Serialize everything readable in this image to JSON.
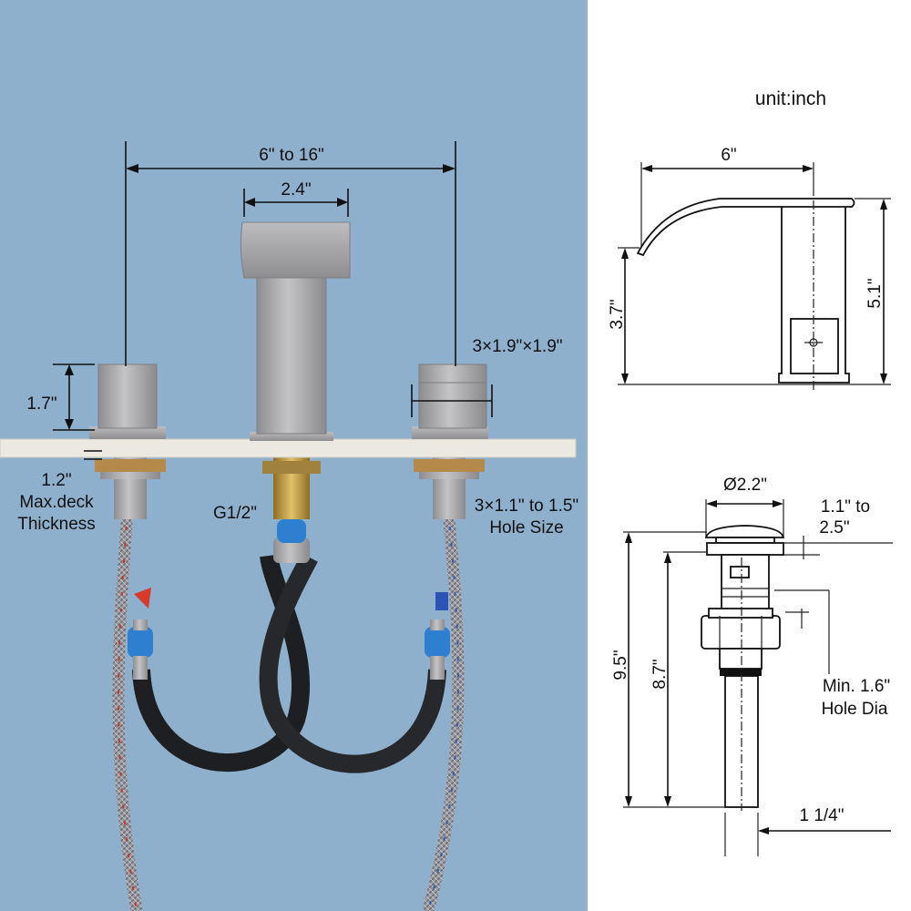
{
  "photo_labels": {
    "spread_width": "6\" to 16\"",
    "spout_width": "2.4\"",
    "handle_size": "3×1.9\"×1.9\"",
    "handle_height": "1.7\"",
    "deck_thickness_value": "1.2\"",
    "deck_thickness_line1": "Max.deck",
    "deck_thickness_line2": "Thickness",
    "thread_size": "G1/2\"",
    "hole_size_line1": "3×1.1\" to 1.5\"",
    "hole_size_line2": "Hole Size"
  },
  "spout_drawing": {
    "unit": "unit:inch",
    "length": "6\"",
    "spout_height": "3.7\"",
    "total_height": "5.1\""
  },
  "drain_drawing": {
    "cap_diameter": "Ø2.2\"",
    "range_line1": "1.1\" to",
    "range_line2": "2.5\"",
    "total_length": "9.5\"",
    "body_length": "8.7\"",
    "hole_line1": "Min. 1.6\"",
    "hole_line2": "Hole Dia",
    "pipe_diameter": "1 1/4\""
  },
  "colors": {
    "background_blue": "#8fb0cd",
    "brushed_nickel": "#a9a9ab",
    "hose_black": "#1d1f22",
    "valve_blue": "#2e7fd0",
    "valve_red": "#d63a2b",
    "brass": "#c9a24a"
  }
}
